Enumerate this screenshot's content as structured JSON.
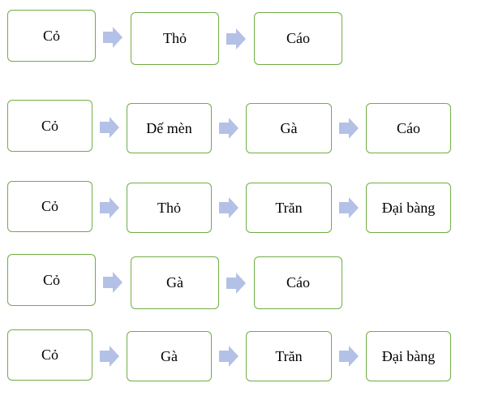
{
  "chains": [
    {
      "nodes": [
        "Cỏ",
        "Thỏ",
        "Cáo"
      ]
    },
    {
      "nodes": [
        "Cỏ",
        "Dế mèn",
        "Gà",
        "Cáo"
      ]
    },
    {
      "nodes": [
        "Cỏ",
        "Thỏ",
        "Trăn",
        "Đại bàng"
      ]
    },
    {
      "nodes": [
        "Cỏ",
        "Gà",
        "Cáo"
      ]
    },
    {
      "nodes": [
        "Cỏ",
        "Gà",
        "Trăn",
        "Đại bàng"
      ]
    }
  ],
  "colors": {
    "box_border": "#70ad47",
    "arrow_fill": "#b4c1e6"
  }
}
